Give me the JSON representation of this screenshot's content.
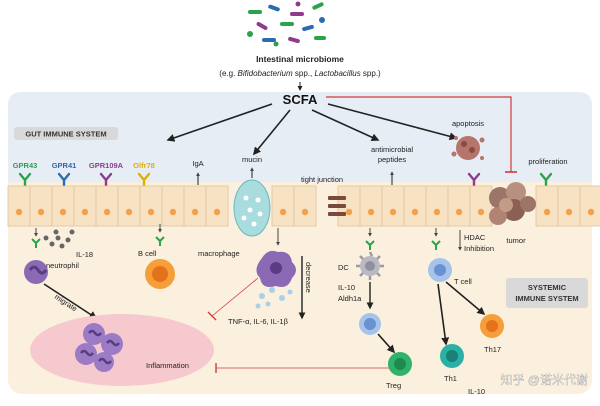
{
  "header": {
    "title": "Intestinal microbiome",
    "subtitle_prefix": "(e.g. ",
    "genus1": "Bifidobacterium",
    "spp1": " spp., ",
    "genus2": "Lactobacillus",
    "spp2": " spp.)"
  },
  "scfa": "SCFA",
  "sections": {
    "gut": "GUT IMMUNE SYSTEM",
    "systemic_line1": "SYSTEMIC",
    "systemic_line2": "IMMUNE SYSTEM"
  },
  "receptors": [
    {
      "label": "GPR43",
      "color": "#2aa34a"
    },
    {
      "label": "GPR41",
      "color": "#2b6cb0"
    },
    {
      "label": "GPR109A",
      "color": "#8e3b8e"
    },
    {
      "label": "Olfr78",
      "color": "#e0b000"
    }
  ],
  "epithelium_labels": {
    "iga": "IgA",
    "mucin": "mucin",
    "tight_junction": "tight junction",
    "antimicrobial_line1": "antimicrobial",
    "antimicrobial_line2": "peptides",
    "apoptosis": "apoptosis",
    "proliferation": "proliferation"
  },
  "cells": {
    "il18": "IL-18",
    "neutrophil": "neutrophil",
    "migrate": "migrate",
    "b_cell": "B cell",
    "macrophage": "macrophage",
    "decrease": "decrease",
    "cytokines": "TNF-α, IL-6, IL-1β",
    "dc": "DC",
    "il10_dc": "IL-10",
    "aldh1a": "Aldh1a",
    "treg": "Treg",
    "hdac": "HDAC",
    "inhibition": "Inhibition",
    "tumor": "tumor",
    "t_cell": "T cell",
    "th17": "Th17",
    "th1": "Th1",
    "il10_th1": "IL-10",
    "inflammation": "Inflammation"
  },
  "watermark": "知乎 @诺米代谢",
  "colors": {
    "lumen_bg": "#e8eef5",
    "epithelium": "#f7e3c4",
    "lamina": "#fbf0de",
    "inflammation": "#f6c9cf",
    "inhibit_line": "#d23b3b"
  }
}
